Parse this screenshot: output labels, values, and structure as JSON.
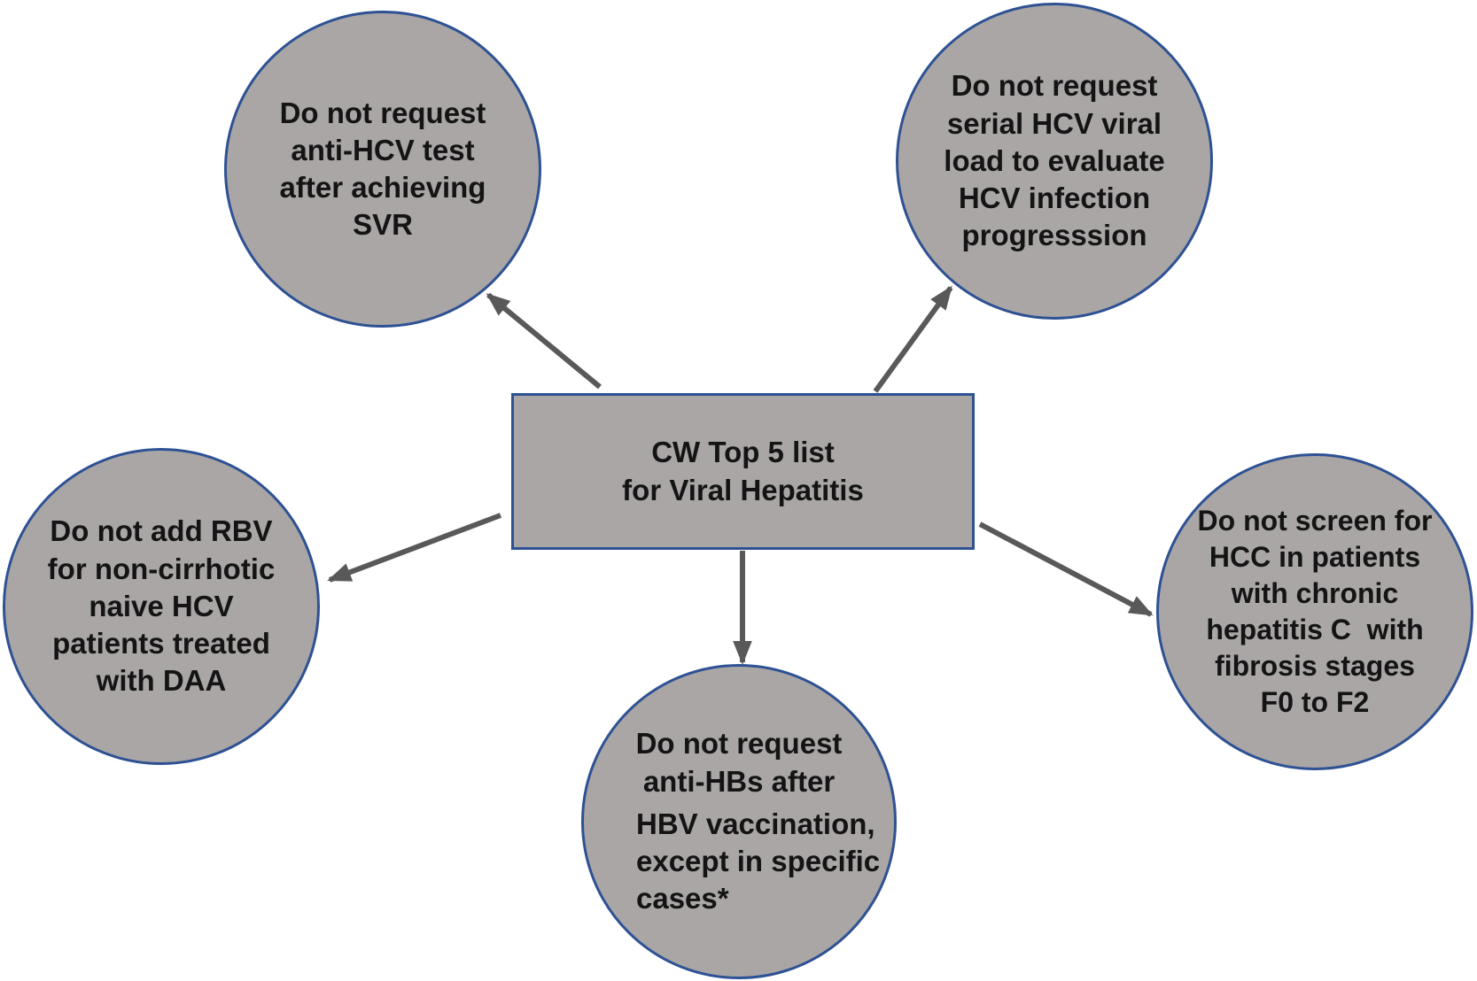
{
  "figure": {
    "center_box": {
      "label": "CW Top 5 list\nfor Viral Hepatitis"
    },
    "nodes": [
      {
        "id": "top-left",
        "text": "Do not request\nanti-HCV test\nafter achieving\nSVR"
      },
      {
        "id": "top-right",
        "text": "Do not request\nserial HCV viral\nload to evaluate\nHCV infection\nprogresssion"
      },
      {
        "id": "left",
        "text": "Do not add RBV\nfor non-cirrhotic\nnaive HCV\npatients treated\nwith DAA"
      },
      {
        "id": "bottom",
        "text_centered": "Do not request\nanti-HBs after",
        "text_left": "HBV vaccination,\nexcept in specific\ncases*"
      },
      {
        "id": "right",
        "text": "Do not screen for\nHCC in patients\nwith chronic\nhepatitis C  with\nfibrosis stages\nF0 to F2"
      }
    ],
    "edges": [
      {
        "from": "center",
        "to": "top-left"
      },
      {
        "from": "center",
        "to": "top-right"
      },
      {
        "from": "center",
        "to": "left"
      },
      {
        "from": "center",
        "to": "bottom"
      },
      {
        "from": "center",
        "to": "right"
      }
    ],
    "colors": {
      "node_fill": "#a9a6a5",
      "node_border": "#2e5194",
      "arrow": "#595959",
      "text": "#141414",
      "background": "#ffffff"
    }
  }
}
